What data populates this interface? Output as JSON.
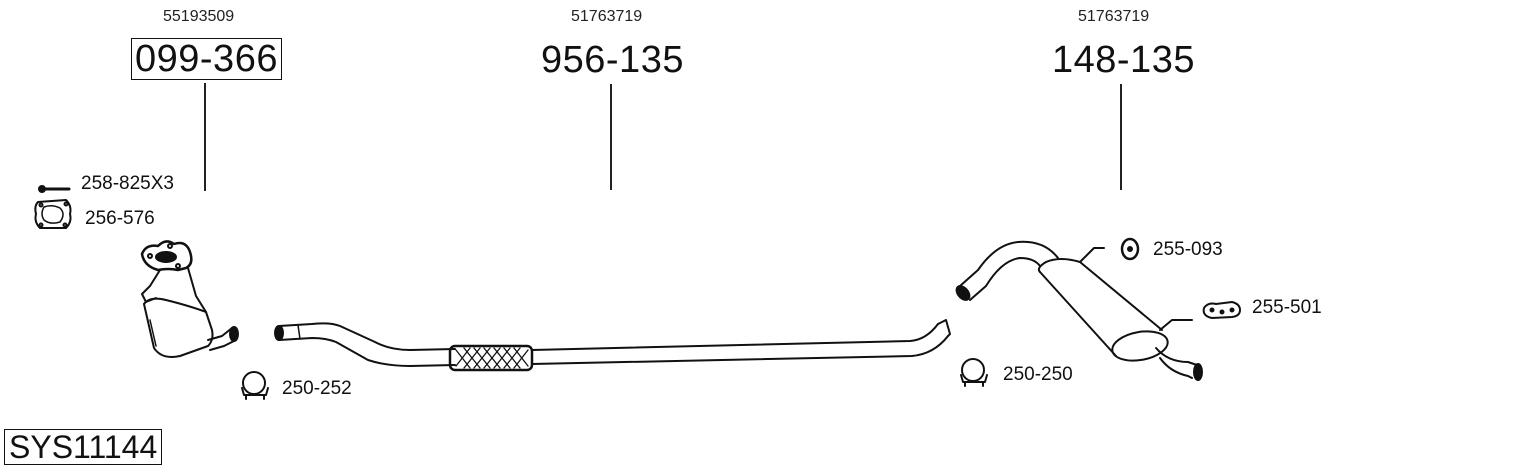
{
  "diagram": {
    "system_code": "SYS11144",
    "main_parts": [
      {
        "part_number": "099-366",
        "oem_number": "55193509",
        "boxed": true,
        "description": "catalytic converter"
      },
      {
        "part_number": "956-135",
        "oem_number": "51763719",
        "boxed": false,
        "description": "middle pipe with flex joint"
      },
      {
        "part_number": "148-135",
        "oem_number": "51763719",
        "boxed": false,
        "description": "rear silencer"
      }
    ],
    "accessories": [
      {
        "part_number": "258-825X3",
        "icon": "bolt-icon"
      },
      {
        "part_number": "256-576",
        "icon": "gasket-icon"
      },
      {
        "part_number": "250-252",
        "icon": "clamp-icon"
      },
      {
        "part_number": "250-250",
        "icon": "clamp-icon"
      },
      {
        "part_number": "255-093",
        "icon": "rubber-mount-icon"
      },
      {
        "part_number": "255-501",
        "icon": "hanger-icon"
      }
    ]
  }
}
